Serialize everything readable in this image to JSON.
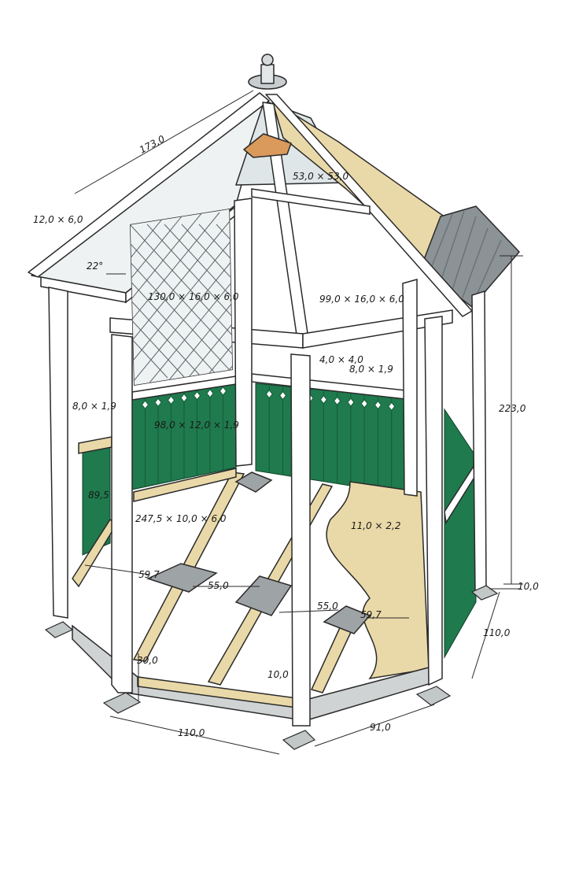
{
  "colors": {
    "frame": "#ffffff",
    "outline": "#2a2a2a",
    "panel_green": "#1f7a4d",
    "panel_green_dark": "#145c39",
    "wood": "#ead9a8",
    "wood_dark": "#c9b27a",
    "roof_slate": "#8c9396",
    "roof_slate_dark": "#6c7275",
    "concrete": "#9ea3a5",
    "lattice_bg": "#eef2f3"
  },
  "labels": {
    "roof_edge": "173,0",
    "rafter": "12,0 × 6,0",
    "angle": "22°",
    "top_block": "53,0 × 53,0",
    "beam_left": "130,0 × 16,0 × 6,0",
    "beam_right": "99,0 × 16,0 × 6,0",
    "post": "4,0 × 4,0",
    "rail_right": "8,0 × 1,9",
    "rail_left": "8,0 × 1,9",
    "panel": "98,0 × 12,0 × 1,9",
    "panel_height": "89,5",
    "floor_beam": "247,5 × 10,0 × 6,0",
    "floorboard": "11,0 × 2,2",
    "joist_spacing_1": "59,7",
    "joist_spacing_2": "55,0",
    "joist_spacing_3": "55,0",
    "joist_spacing_4": "59,7",
    "base_height": "30,0",
    "base_thickness": "10,0",
    "side_front_left": "110,0",
    "side_front_right": "91,0",
    "side_right": "110,0",
    "foot_right": "10,0",
    "total_height": "223,0"
  }
}
